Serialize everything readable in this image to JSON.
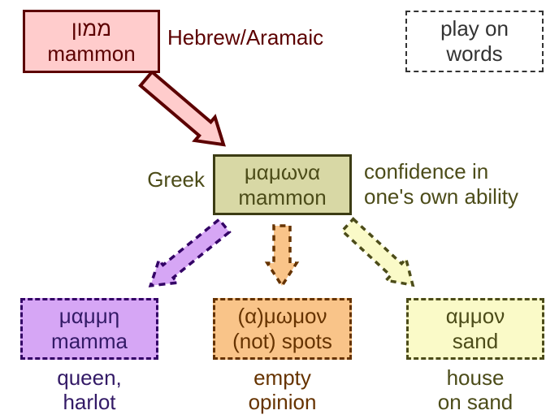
{
  "colors": {
    "background": "#FFFFFF",
    "maroon": "#5C0000",
    "pink_fill": "#FFCCCC",
    "gray": "#333333",
    "olive_text": "#4C4C19",
    "olive_border": "#3C3C14",
    "olive_fill": "#D8D8A5",
    "purple_border": "#330066",
    "purple_text": "#331A66",
    "purple_fill": "#D6A6F5",
    "brown": "#663300",
    "orange_fill": "#F9C489",
    "yellow_fill": "#FAFAC8"
  },
  "nodes": {
    "hebrew": {
      "word": "ממון",
      "translit": "mammon"
    },
    "play_on_words": {
      "line1": "play on",
      "line2": "words"
    },
    "greek": {
      "word": "μαμωνα",
      "translit": "mammon"
    },
    "mamma": {
      "word": "μαμμη",
      "translit": "mamma"
    },
    "spots": {
      "word": "(α)μωμον",
      "translit": "(not) spots"
    },
    "sand": {
      "word": "αμμον",
      "translit": "sand"
    }
  },
  "labels": {
    "hebrew_aramaic": "Hebrew/Aramaic",
    "greek": "Greek"
  },
  "notes": {
    "greek_confidence": {
      "line1": "confidence in",
      "line2": "one's own ability"
    },
    "mamma": {
      "line1": "queen,",
      "line2": "harlot"
    },
    "spots": {
      "line1": "empty",
      "line2": "opinion"
    },
    "sand": {
      "line1": "house",
      "line2": "on sand"
    }
  },
  "icons": {
    "arrow_hebrew_to_greek": "solid-pink-block-arrow",
    "arrow_greek_to_mamma": "dashed-purple-block-arrow",
    "arrow_greek_to_spots": "dashed-orange-block-arrow",
    "arrow_greek_to_sand": "dashed-yellow-block-arrow"
  }
}
